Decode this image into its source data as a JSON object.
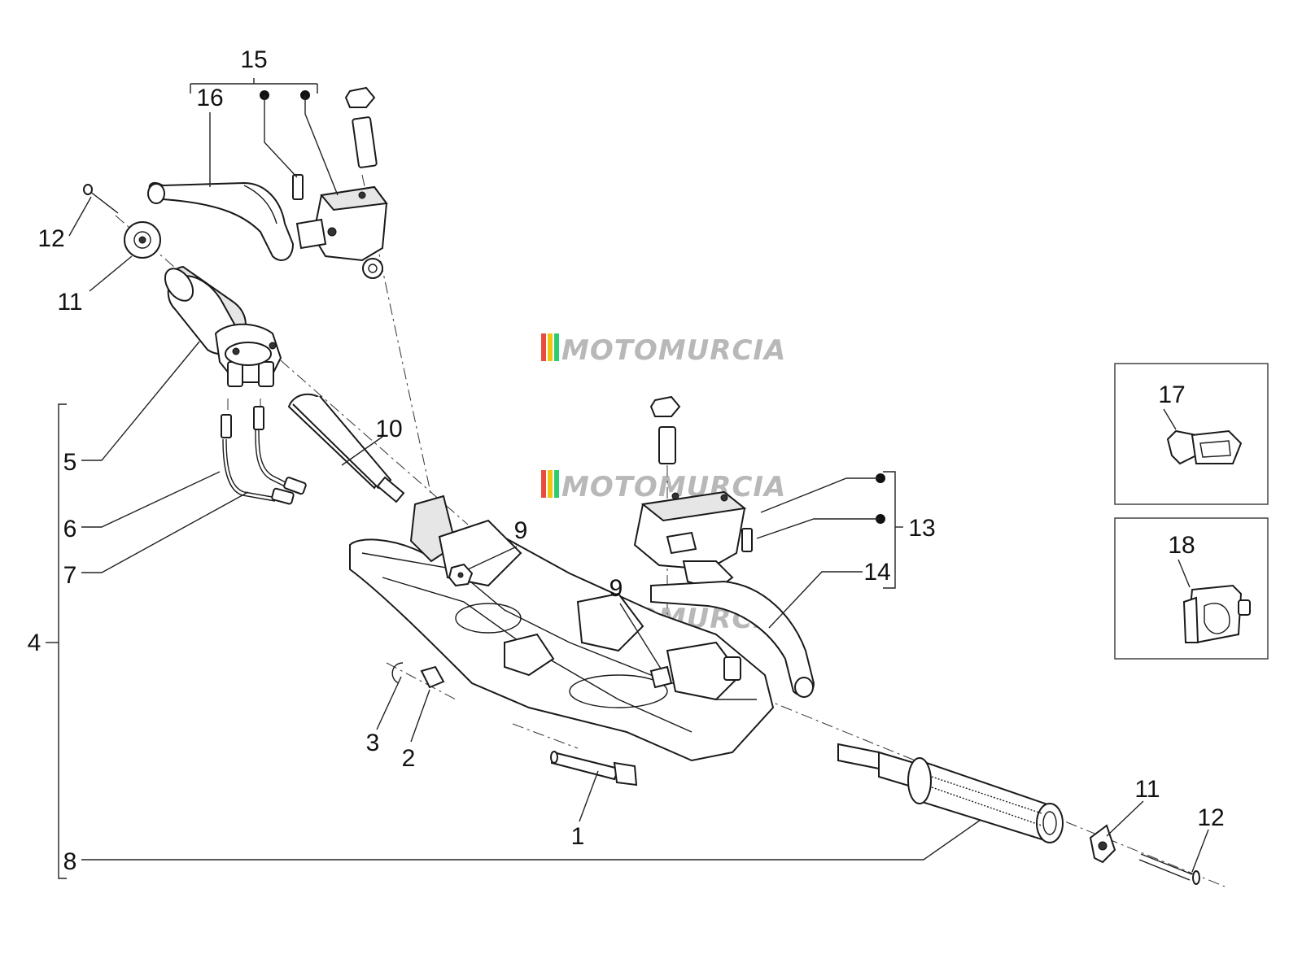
{
  "diagram": {
    "watermark": "MOTOMURCIA",
    "watermark_colors": [
      "#e74c3c",
      "#f1c40f",
      "#2ecc71",
      "#bdbdbd"
    ],
    "callouts": {
      "n1": "1",
      "n2": "2",
      "n3": "3",
      "n4": "4",
      "n5": "5",
      "n6": "6",
      "n7": "7",
      "n8": "8",
      "n9a": "9",
      "n9b": "9",
      "n10": "10",
      "n11a": "11",
      "n11b": "11",
      "n12a": "12",
      "n12b": "12",
      "n13": "13",
      "n14": "14",
      "n15": "15",
      "n16": "16",
      "n17": "17",
      "n18": "18"
    }
  }
}
